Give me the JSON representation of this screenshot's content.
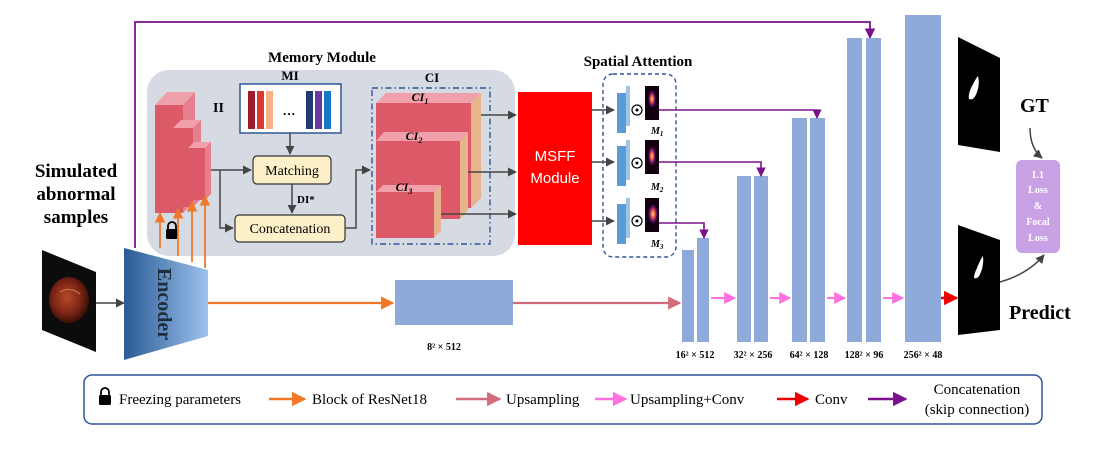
{
  "memory_module": {
    "title": "Memory Module",
    "ii_label": "II",
    "mi_label": "MI",
    "mi_ellipsis": "···",
    "ci_label": "CI",
    "ci_items": [
      "CI",
      "CI",
      "CI"
    ],
    "ci_subscripts": [
      "1",
      "2",
      "3"
    ],
    "matching_label": "Matching",
    "di_label": "DI*",
    "concat_label": "Concatenation"
  },
  "input": {
    "label_line1": "Simulated",
    "label_line2": "abnormal",
    "label_line3": "samples"
  },
  "encoder": {
    "label": "Encoder"
  },
  "msff": {
    "line1": "MSFF",
    "line2": "Module"
  },
  "spatial_attention": {
    "title": "Spatial Attention",
    "odot": "⊙",
    "map_letter": "M",
    "map_subscripts": [
      "1",
      "2",
      "3"
    ]
  },
  "decoder": {
    "bottleneck_label": "8² × 512",
    "stage_labels": [
      "16² × 512",
      "32² × 256",
      "64² × 128",
      "128² × 96",
      "256² × 48"
    ]
  },
  "outputs": {
    "gt_label": "GT",
    "predict_label": "Predict",
    "loss_lines": [
      "L1",
      "Loss",
      "&",
      "Focal",
      "Loss"
    ]
  },
  "legend": {
    "freeze": "Freezing parameters",
    "resnet": "Block of ResNet18",
    "upsampling": "Upsampling",
    "upconv": "Upsampling+Conv",
    "conv": "Conv",
    "concat_line1": "Concatenation",
    "concat_line2": "(skip connection)"
  },
  "colors": {
    "memory_bg": "#d5dae3",
    "block_red": "#dc5a68",
    "block_pink": "#f0a0aa",
    "encoder_dark": "#2a5b95",
    "encoder_light": "#8ab3e4",
    "decoder_blue": "#8eaadb",
    "msff_red": "#ff0000",
    "matching_fill": "#fdf0c8",
    "orange": "#f07828",
    "mauve": "#d06c7c",
    "pink": "#ff70e0",
    "red": "#ee0000",
    "purple": "#7a128c",
    "loss_fill": "#c9a2e6"
  }
}
